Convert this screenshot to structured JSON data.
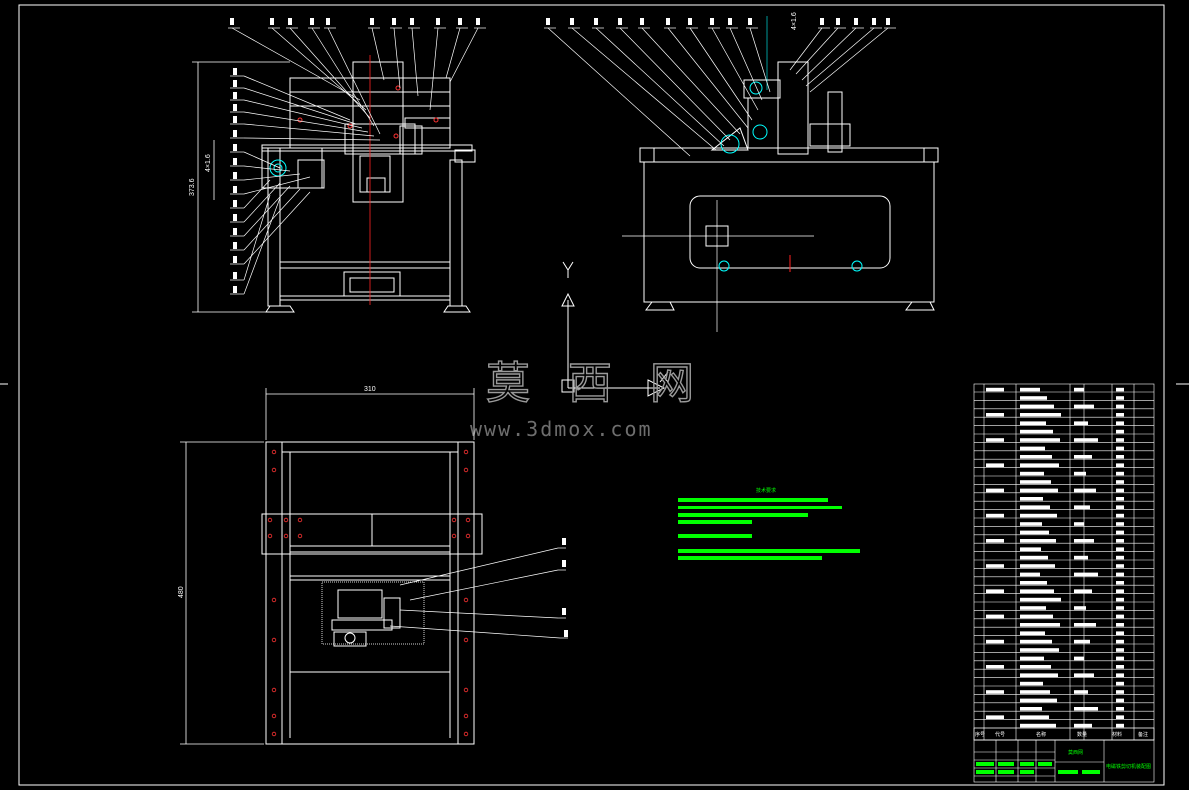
{
  "watermark": {
    "cn": "莫 西 网",
    "url": "www.3dmox.com"
  },
  "dimensions": {
    "front_height": "373.6",
    "sub_height": "4×1.6",
    "top_width": "310",
    "top_length": "480",
    "side_top": "4×1.6"
  },
  "technical_requirements": {
    "title": "技术要求"
  },
  "bom_headers": [
    "序号",
    "代号",
    "名称",
    "数量",
    "材料",
    "备注"
  ],
  "title_block": {
    "company": "莫西网",
    "drawing_name": "电磁铁剪切机装配图"
  },
  "colors": {
    "background": "#000000",
    "line": "#ffffff",
    "center": "#ff0000",
    "text_green": "#00ff00",
    "accent": "#00ffff"
  }
}
